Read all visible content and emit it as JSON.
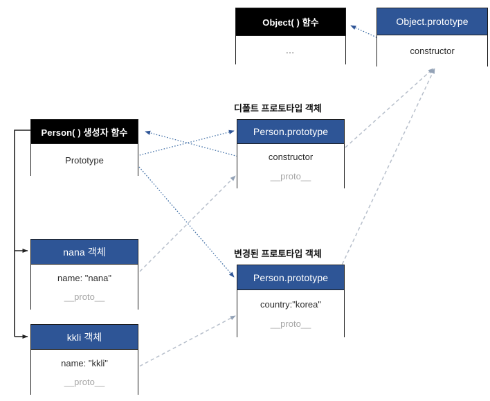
{
  "diagram": {
    "title": "JavaScript prototype chain diagram",
    "colors": {
      "header_blue": "#2e5596",
      "header_black": "#000000",
      "border": "#1b1b1b",
      "arrow_blue": "#4472a8",
      "arrow_grey": "#b7bfcb",
      "bracket_black": "#222222",
      "muted_text": "#a6a6a6",
      "background": "#ffffff"
    },
    "captions": [
      {
        "id": "default-prototype",
        "text": "디폴트 프로토타입 객체"
      },
      {
        "id": "modified-prototype",
        "text": "변경된 프로토타입 객체"
      }
    ],
    "nodes": [
      {
        "id": "object-function",
        "header": "Object( ) 함수",
        "header_style": "black",
        "fields": [
          "…"
        ]
      },
      {
        "id": "object-prototype",
        "header": "Object.prototype",
        "header_style": "blue",
        "fields": [
          "constructor"
        ]
      },
      {
        "id": "person-function",
        "header": "Person( ) 생성자 함수",
        "header_style": "black",
        "fields": [
          "Prototype"
        ]
      },
      {
        "id": "person-prototype-default",
        "header": "Person.prototype",
        "header_style": "blue",
        "fields": [
          "constructor",
          "__proto__"
        ]
      },
      {
        "id": "person-prototype-modified",
        "header": "Person.prototype",
        "header_style": "blue",
        "fields": [
          "country:\"korea\"",
          "__proto__"
        ]
      },
      {
        "id": "nana-object",
        "header": "nana 객체",
        "header_style": "blue",
        "fields": [
          "name: \"nana\"",
          "__proto__"
        ]
      },
      {
        "id": "kkli-object",
        "header": "kkli 객체",
        "header_style": "blue",
        "fields": [
          "name: \"kkli\"",
          "__proto__"
        ]
      }
    ],
    "edges": [
      {
        "id": "objectproto-to-objectfn",
        "from": "object-prototype.constructor",
        "to": "object-function.header",
        "style": "dotted-blue"
      },
      {
        "id": "personproto-constructor-to-personfn",
        "from": "person-prototype-default.constructor",
        "to": "person-function.header",
        "style": "dotted-blue"
      },
      {
        "id": "personfn-prototype-to-default-proto",
        "from": "person-function.Prototype",
        "to": "person-prototype-default.header",
        "style": "dotted-blue"
      },
      {
        "id": "personfn-prototype-to-modified-proto",
        "from": "person-function.Prototype",
        "to": "person-prototype-modified.header",
        "style": "dotted-blue"
      },
      {
        "id": "nana-proto-to-default-prototype",
        "from": "nana-object.__proto__",
        "to": "person-prototype-default.body",
        "style": "dashed-grey"
      },
      {
        "id": "kkli-proto-to-modified-prototype",
        "from": "kkli-object.__proto__",
        "to": "person-prototype-modified.body",
        "style": "dashed-grey"
      },
      {
        "id": "default-proto-to-objectprototype",
        "from": "person-prototype-default.__proto__",
        "to": "object-prototype.corner",
        "style": "dashed-grey"
      },
      {
        "id": "modified-proto-to-objectprototype",
        "from": "person-prototype-modified.__proto__",
        "to": "object-prototype.corner",
        "style": "dashed-grey"
      },
      {
        "id": "personfn-bracket-to-nana",
        "from": "person-function.left",
        "to": "nana-object.header",
        "style": "solid-black"
      },
      {
        "id": "personfn-bracket-to-kkli",
        "from": "person-function.left",
        "to": "kkli-object.header",
        "style": "solid-black"
      }
    ]
  }
}
